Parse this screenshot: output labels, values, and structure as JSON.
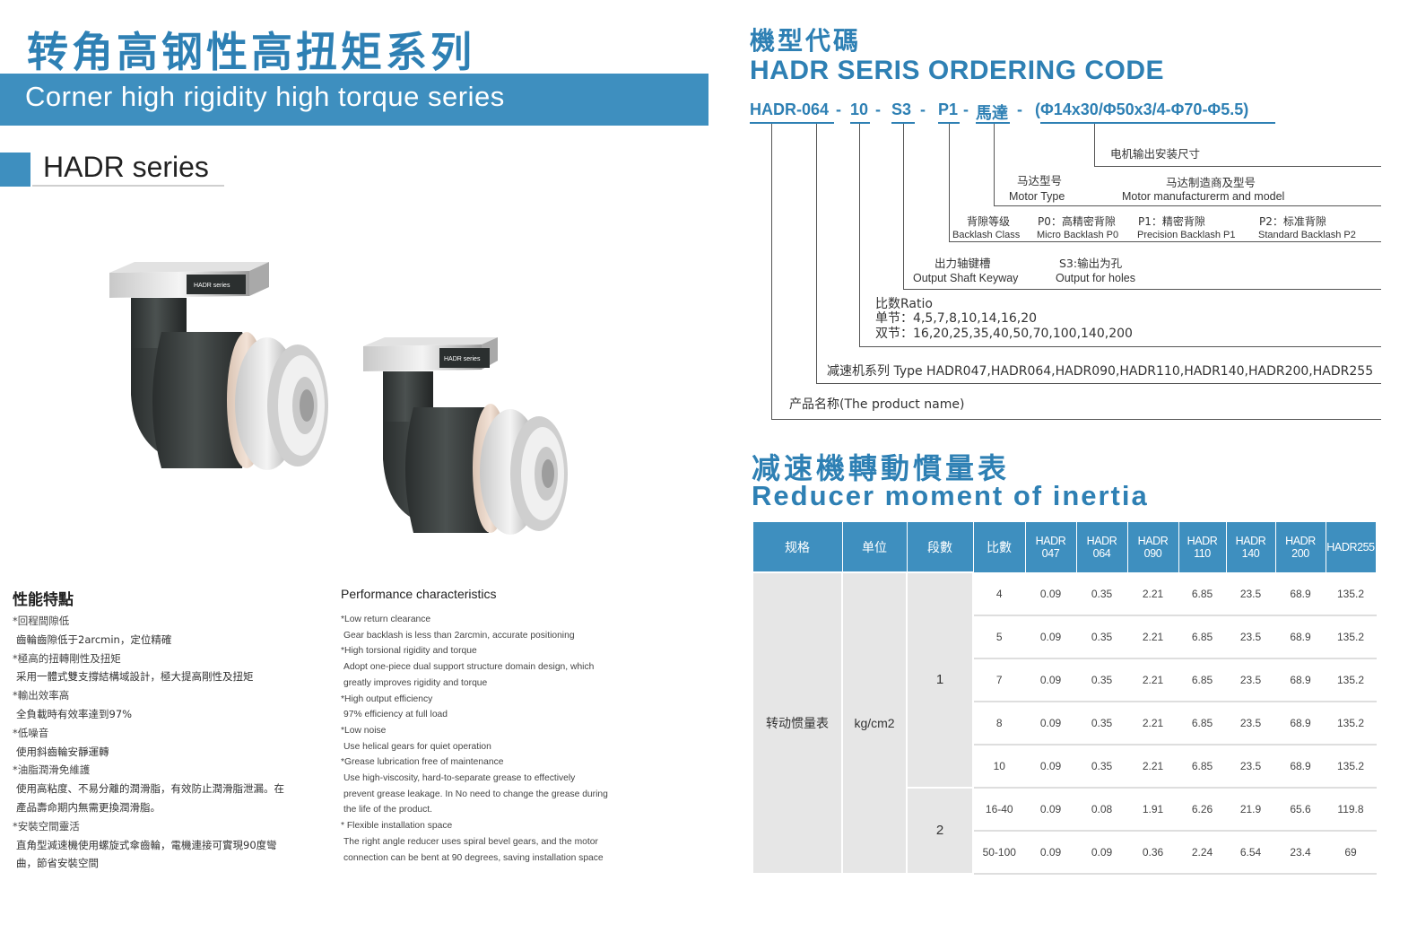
{
  "header": {
    "title_cn": "转角高钢性高扭矩系列",
    "title_en": "Corner high rigidity high torque series",
    "series_name": "HADR series"
  },
  "product": {
    "badge_text": "HADR series"
  },
  "performance": {
    "title_cn": "性能特點",
    "title_en": "Performance characteristics",
    "items_cn": [
      {
        "h": "*回程間隙低",
        "d": [
          "齒輪齒隙低于2arcmin，定位精確"
        ]
      },
      {
        "h": "*極高的扭轉剛性及扭矩",
        "d": [
          "采用一體式雙支撐結構域設計，極大提高剛性及扭矩"
        ]
      },
      {
        "h": "*輸出效率高",
        "d": [
          "全負載時有效率達到97%"
        ]
      },
      {
        "h": "*低噪音",
        "d": [
          "使用斜齒輪安靜運轉"
        ]
      },
      {
        "h": "*油脂潤滑免維護",
        "d": [
          "使用高粘度、不易分離的潤滑脂，有效防止潤滑脂泄漏。在",
          "產品壽命期内無需更換潤滑脂。"
        ]
      },
      {
        "h": "*安裝空間靈活",
        "d": [
          "直角型減速機使用螺旋式傘齒輪，電機連接可實現90度彎",
          "曲，節省安裝空間"
        ]
      }
    ],
    "items_en": [
      {
        "h": "*Low return clearance",
        "d": [
          "Gear backlash is less than 2arcmin, accurate positioning"
        ]
      },
      {
        "h": "*High torsional rigidity and torque",
        "d": [
          "Adopt one-piece dual support structure domain design, which",
          "greatly improves rigidity and torque"
        ]
      },
      {
        "h": "*High output efficiency",
        "d": [
          "97% efficiency at full load"
        ]
      },
      {
        "h": "*Low noise",
        "d": [
          "Use helical gears for quiet operation"
        ]
      },
      {
        "h": "*Grease lubrication free of maintenance",
        "d": [
          "Use high-viscosity, hard-to-separate grease to effectively",
          "prevent grease leakage. In No need to change the grease during",
          "the life of the product."
        ]
      },
      {
        "h": "* Flexible installation space",
        "d": [
          "The right  angle reducer uses spiral bevel gears, and the motor",
          "connection can be bent at 90 degrees, saving installation space"
        ]
      }
    ]
  },
  "ordering": {
    "title_cn": "機型代碼",
    "title_en": "HADR SERIS ORDERING CODE",
    "code": {
      "p1": "HADR-064",
      "s1": "-",
      "p2": "10",
      "s2": "-",
      "p3": "S3",
      "s3": "-",
      "p4": "P1",
      "s4": "-",
      "p5": "馬達",
      "s5": "-",
      "p6": "(Φ14x30/Φ50x3/4-Φ70-Φ5.5)"
    },
    "labels": {
      "motor_dims_cn": "电机输出安装尺寸",
      "motor_type_cn": "马达型号",
      "motor_type_en": "Motor Type",
      "motor_mfr_cn": "马达制造商及型号",
      "motor_mfr_en": "Motor manufacturerm and model",
      "backlash_cn": "背隙等级",
      "backlash_en": "Backlash Class",
      "p0_cn": "P0：高精密背隙",
      "p0_en": "Micro Backlash P0",
      "p1_cn": "P1：精密背隙",
      "p1_en": "Precision Backlash P1",
      "p2_cn": "P2：标准背隙",
      "p2_en": "Standard Backlash P2",
      "keyway_cn": "出力轴键槽",
      "keyway_en": "Output Shaft Keyway",
      "holes_cn": "S3:输出为孔",
      "holes_en": "Output for holes",
      "ratio_title": "比数Ratio",
      "ratio_single": "单节：4,5,7,8,10,14,16,20",
      "ratio_double": "双节：16,20,25,35,40,50,70,100,140,200",
      "type_line": "减速机系列 Type  HADR047,HADR064,HADR090,HADR110,HADR140,HADR200,HADR255",
      "name_line": "产品名称(The product name)"
    }
  },
  "inertia": {
    "title_cn": "减速機轉動慣量表",
    "title_en": "Reducer moment of inertia",
    "headers": [
      "规格",
      "单位",
      "段數",
      "比數",
      "HADR 047",
      "HADR 064",
      "HADR 090",
      "HADR 110",
      "HADR 140",
      "HADR 200",
      "HADR255"
    ],
    "spec": "转动惯量表",
    "unit": "kg/cm2",
    "stage1": "1",
    "stage2": "2",
    "rows": [
      [
        "4",
        "0.09",
        "0.35",
        "2.21",
        "6.85",
        "23.5",
        "68.9",
        "135.2"
      ],
      [
        "5",
        "0.09",
        "0.35",
        "2.21",
        "6.85",
        "23.5",
        "68.9",
        "135.2"
      ],
      [
        "7",
        "0.09",
        "0.35",
        "2.21",
        "6.85",
        "23.5",
        "68.9",
        "135.2"
      ],
      [
        "8",
        "0.09",
        "0.35",
        "2.21",
        "6.85",
        "23.5",
        "68.9",
        "135.2"
      ],
      [
        "10",
        "0.09",
        "0.35",
        "2.21",
        "6.85",
        "23.5",
        "68.9",
        "135.2"
      ],
      [
        "16-40",
        "0.09",
        "0.08",
        "1.91",
        "6.26",
        "21.9",
        "65.6",
        "119.8"
      ],
      [
        "50-100",
        "0.09",
        "0.09",
        "0.36",
        "2.24",
        "6.54",
        "23.4",
        "69"
      ]
    ]
  },
  "colors": {
    "accent": "#2e80b4",
    "band": "#3e8fbf",
    "table_gray": "#e6e6e6"
  }
}
